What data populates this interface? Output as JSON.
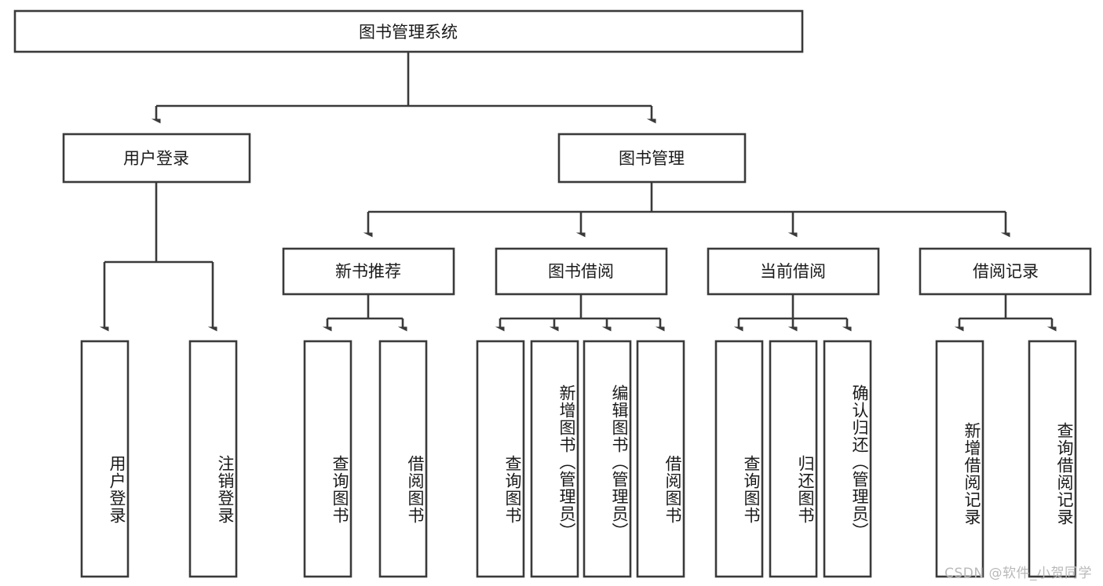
{
  "diagram": {
    "type": "tree",
    "title": "图书管理系统",
    "orientation": "top-down",
    "colors": {
      "box_stroke": "#3a3a3a",
      "box_fill": "#ffffff",
      "connector": "#3a3a3a",
      "text": "#1a1a1a",
      "background": "#ffffff",
      "watermark": "#b9b9b9"
    },
    "root": {
      "id": "root",
      "label": "图书管理系统",
      "orientation": "horizontal"
    },
    "level2": [
      {
        "id": "user-login",
        "label": "用户登录",
        "orientation": "horizontal"
      },
      {
        "id": "book-manage",
        "label": "图书管理",
        "orientation": "horizontal"
      }
    ],
    "level3": [
      {
        "id": "new-book-recommend",
        "label": "新书推荐",
        "orientation": "horizontal",
        "parent": "book-manage"
      },
      {
        "id": "book-borrow",
        "label": "图书借阅",
        "orientation": "horizontal",
        "parent": "book-manage"
      },
      {
        "id": "current-borrow",
        "label": "当前借阅",
        "orientation": "horizontal",
        "parent": "book-manage"
      },
      {
        "id": "borrow-record",
        "label": "借阅记录",
        "orientation": "horizontal",
        "parent": "book-manage"
      }
    ],
    "leaves": [
      {
        "id": "leaf-user-login",
        "label": "用户登录",
        "orientation": "vertical",
        "parent": "user-login"
      },
      {
        "id": "leaf-logout-login",
        "label": "注销登录",
        "orientation": "vertical",
        "parent": "user-login"
      },
      {
        "id": "leaf-query-book-1",
        "label": "查询图书",
        "orientation": "vertical",
        "parent": "new-book-recommend"
      },
      {
        "id": "leaf-borrow-book-1",
        "label": "借阅图书",
        "orientation": "vertical",
        "parent": "new-book-recommend"
      },
      {
        "id": "leaf-query-book-2",
        "label": "查询图书",
        "orientation": "vertical",
        "parent": "book-borrow"
      },
      {
        "id": "leaf-add-book-admin",
        "label": "新增图书（管理员）",
        "orientation": "vertical",
        "parent": "book-borrow"
      },
      {
        "id": "leaf-edit-book-admin",
        "label": "编辑图书（管理员）",
        "orientation": "vertical",
        "parent": "book-borrow"
      },
      {
        "id": "leaf-borrow-book-2",
        "label": "借阅图书",
        "orientation": "vertical",
        "parent": "book-borrow"
      },
      {
        "id": "leaf-query-book-3",
        "label": "查询图书",
        "orientation": "vertical",
        "parent": "current-borrow"
      },
      {
        "id": "leaf-return-book",
        "label": "归还图书",
        "orientation": "vertical",
        "parent": "current-borrow"
      },
      {
        "id": "leaf-confirm-return-admin",
        "label": "确认归还（管理员）",
        "orientation": "vertical",
        "parent": "current-borrow"
      },
      {
        "id": "leaf-add-borrow-record",
        "label": "新增借阅记录",
        "orientation": "vertical",
        "parent": "borrow-record"
      },
      {
        "id": "leaf-query-borrow-record",
        "label": "查询借阅记录",
        "orientation": "vertical",
        "parent": "borrow-record"
      }
    ]
  },
  "watermark": {
    "text": "CSDN @软件_小贺同学"
  }
}
